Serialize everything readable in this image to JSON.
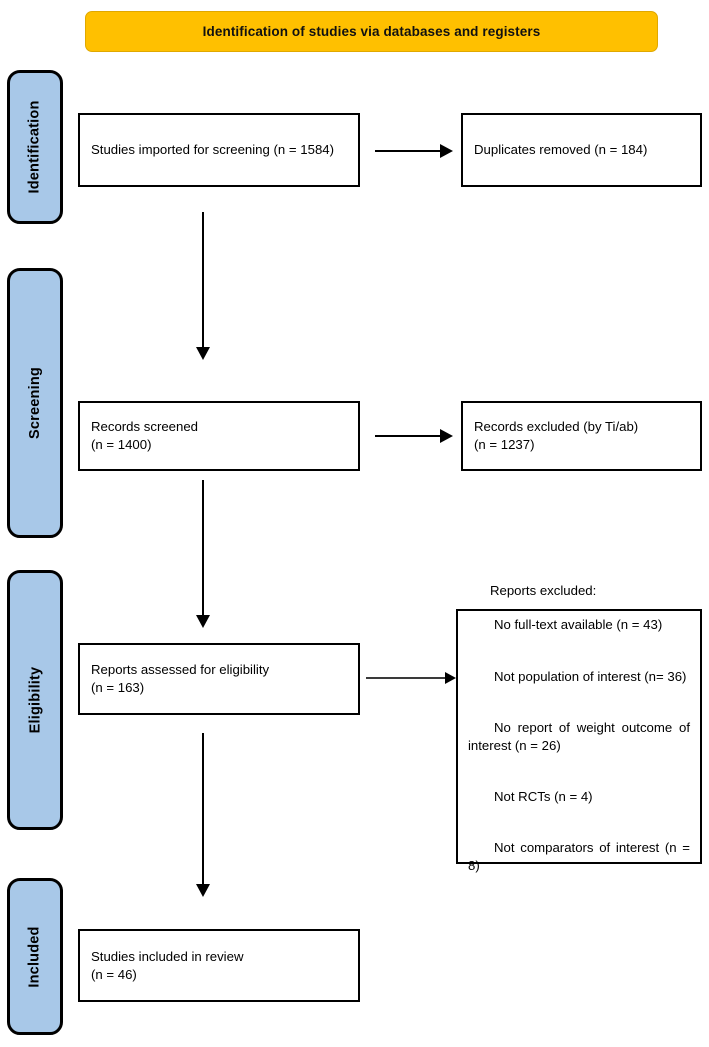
{
  "banner": {
    "title": "Identification of studies via databases and registers"
  },
  "stages": [
    {
      "label": "Identification"
    },
    {
      "label": "Screening"
    },
    {
      "label": "Eligibility"
    },
    {
      "label": "Included"
    }
  ],
  "boxes": {
    "imported": "Studies imported for screening (n = 1584)",
    "duplicates": "Duplicates removed (n = 184)",
    "screened": "Records screened\n(n = 1400)",
    "excluded_tiab": "Records excluded (by Ti/ab)\n(n = 1237)",
    "assessed": "Reports assessed for eligibility\n(n = 163)",
    "excluded_heading": "Reports excluded:",
    "excluded_reasons": [
      "No full-text available (n = 43)",
      "Not population of interest (n= 36)",
      "No report of weight outcome of interest (n = 26)",
      "Not RCTs (n = 4)",
      "Not comparators of interest (n = 8)"
    ],
    "included": "Studies included in review\n(n = 46)"
  },
  "colors": {
    "banner_fill": "#FFC000",
    "stage_fill": "#A8C8E8",
    "box_border": "#000000",
    "arrow": "#000000",
    "text": "#000000"
  }
}
